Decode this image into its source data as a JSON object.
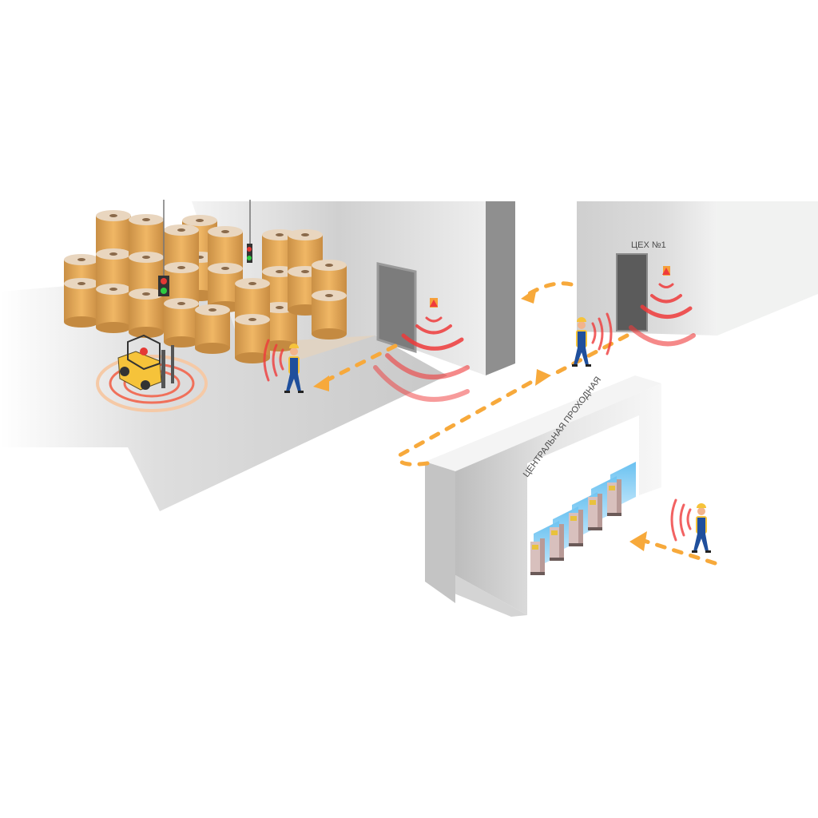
{
  "scene": {
    "title": "Industrial site access & safety monitoring",
    "labels": {
      "workshop": "ЦЕХ №1",
      "checkpoint": "ЦЕНТРАЛЬНАЯ ПРОХОДНАЯ"
    },
    "elements": {
      "warehouse": "warehouse",
      "paper_rolls": "paper-rolls",
      "forklift": "forklift",
      "traffic_lights": "traffic-lights",
      "workers": 3,
      "turnstiles": 5,
      "wall_beacons": 2
    },
    "colors": {
      "route": "#f7a93b",
      "signal": "#ef3b3b",
      "roll": "#e2a75a",
      "glass": "#4fb6ee",
      "worker_suit": "#1f4f9c",
      "worker_shirt": "#f6c33a"
    }
  }
}
